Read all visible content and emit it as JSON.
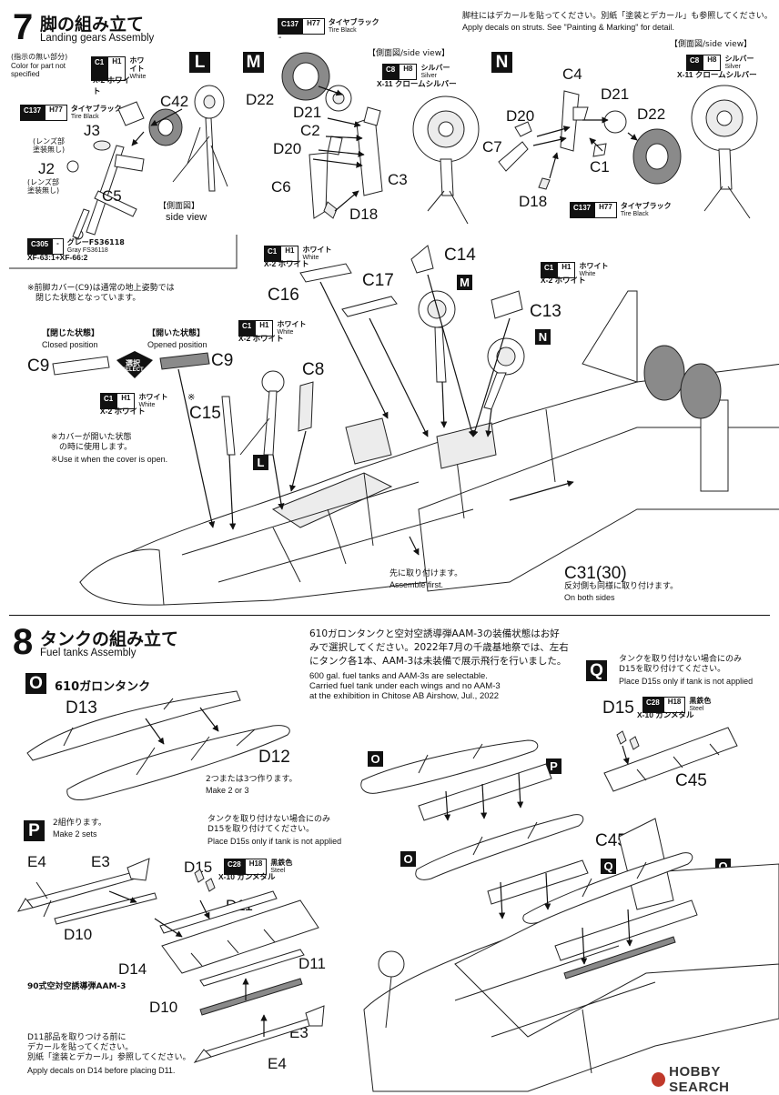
{
  "step7": {
    "number": "7",
    "title_jp": "脚の組み立て",
    "title_en": "Landing gears Assembly",
    "decal_note_jp": "脚柱にはデカールを貼ってください。別紙「塗装とデカール」も参照してください。",
    "decal_note_en": "Apply decals on struts. See \"Painting & Marking\" for detail.",
    "colorbox": {
      "jp": "(指示の無い部分)",
      "en1": "Color for part not",
      "en2": "specified",
      "code": "C1",
      "hcode": "H1",
      "name_jp": "ホワイト",
      "name_en": "White",
      "x_code": "X-2 ホワイト"
    },
    "sections": {
      "L": "L",
      "M": "M",
      "N": "N"
    },
    "tire_black": {
      "code": "C137",
      "hcode": "H77",
      "name_jp": "タイヤブラック",
      "name_en": "Tire Black"
    },
    "silver": {
      "code": "C8",
      "hcode": "H8",
      "name_jp": "シルバー",
      "name_en": "Silver",
      "x_code": "X-11 クロームシルバー"
    },
    "gray": {
      "code": "C305",
      "hcode": "-",
      "name_jp": "グレーFS36118",
      "name_en": "Gray FS36118",
      "mix": "XF-63:1+XF-66:2"
    },
    "side_view_jp": "【側面図/side view】",
    "side_view_L_jp": "【側面図】",
    "side_view_L_en": "side view",
    "lens_note": "(レンズ部\n塗装無し)",
    "parts_L": {
      "j3": "J3",
      "j2": "J2",
      "c5": "C5",
      "c42": "C42"
    },
    "parts_M": {
      "d22": "D22",
      "d21": "D21",
      "c2": "C2",
      "d20": "D20",
      "c6": "C6",
      "c3": "C3",
      "d18": "D18"
    },
    "parts_N": {
      "c4": "C4",
      "d21": "D21",
      "d20": "D20",
      "c7": "C7",
      "d22": "D22",
      "c1": "C1",
      "d18": "D18"
    },
    "main": {
      "c14": "C14",
      "c17": "C17",
      "c16": "C16",
      "c13": "C13",
      "c9": "C9",
      "c15": "C15",
      "c8": "C8",
      "c31": "C31(30)",
      "cover_note_jp": "※前脚カバー(C9)は通常の地上姿勢では\n　閉じた状態となっています。",
      "closed_jp": "【閉じた状態】",
      "closed_en": "Closed position",
      "opened_jp": "【開いた状態】",
      "opened_en": "Opened position",
      "select_jp": "選択",
      "select_en": "SELECT",
      "c15_note_jp": "※カバーが開いた状態\n　の時に使用します。",
      "c15_note_en": "※Use it when the cover is open.",
      "assemble_first_jp": "先に取り付けます。",
      "assemble_first_en": "Assemble first.",
      "both_sides_jp": "反対側も同様に取り付けます。",
      "both_sides_en": "On both sides",
      "asterisk": "※"
    }
  },
  "step8": {
    "number": "8",
    "title_jp": "タンクの組み立て",
    "title_en": "Fuel tanks Assembly",
    "desc_jp": "610ガロンタンクと空対空誘導弾AAM-3の装備状態はお好\nみで選択してください。2022年7月の千歳基地祭では、左右\nにタンク各1本、AAM-3は未装備で展示飛行を行いました。",
    "desc_en": "600 gal. fuel tanks and AAM-3s are selectable.\nCarried fuel tank under each wings and no AAM-3\nat the exhibition in Chitose AB Airshow, Jul., 2022",
    "O_title": "610ガロンタンク",
    "O_parts": {
      "d13": "D13",
      "d12": "D12"
    },
    "make_jp": "2つまたは3つ作ります。",
    "make_en": "Make 2 or 3",
    "P_make_jp": "2組作ります。",
    "P_make_en": "Make 2 sets",
    "P_note_jp": "タンクを取り付けない場合にのみ\nD15を取り付けてください。",
    "P_note_en": "Place D15s only if tank is not applied",
    "steel": {
      "code": "C28",
      "hcode": "H18",
      "name_jp": "黒鉄色",
      "name_en": "Steel",
      "x_code": "X-10 ガンメタル"
    },
    "P_parts": {
      "e4": "E4",
      "e3": "E3",
      "d15": "D15",
      "d11a": "D11",
      "d10a": "D10",
      "d14": "D14",
      "d11b": "D11",
      "d10b": "D10",
      "e3b": "E3",
      "e4b": "E4"
    },
    "aam_title": "90式空対空誘導弾AAM-3",
    "decal_d14_jp": "D11部品を取りつける前に\nデカールを貼ってください。\n別紙「塗装とデカール」参照してください。",
    "decal_d14_en": "Apply decals on D14 before placing D11.",
    "Q_note_jp": "タンクを取り付けない場合にのみ\nD15を取り付けてください。",
    "Q_note_en": "Place D15s only if tank is not applied",
    "Q_parts": {
      "d15": "D15",
      "c45": "C45"
    },
    "main_parts": {
      "c45": "C45"
    },
    "sections": {
      "O": "O",
      "P": "P",
      "Q": "Q"
    }
  },
  "watermark": "HOBBY SEARCH"
}
